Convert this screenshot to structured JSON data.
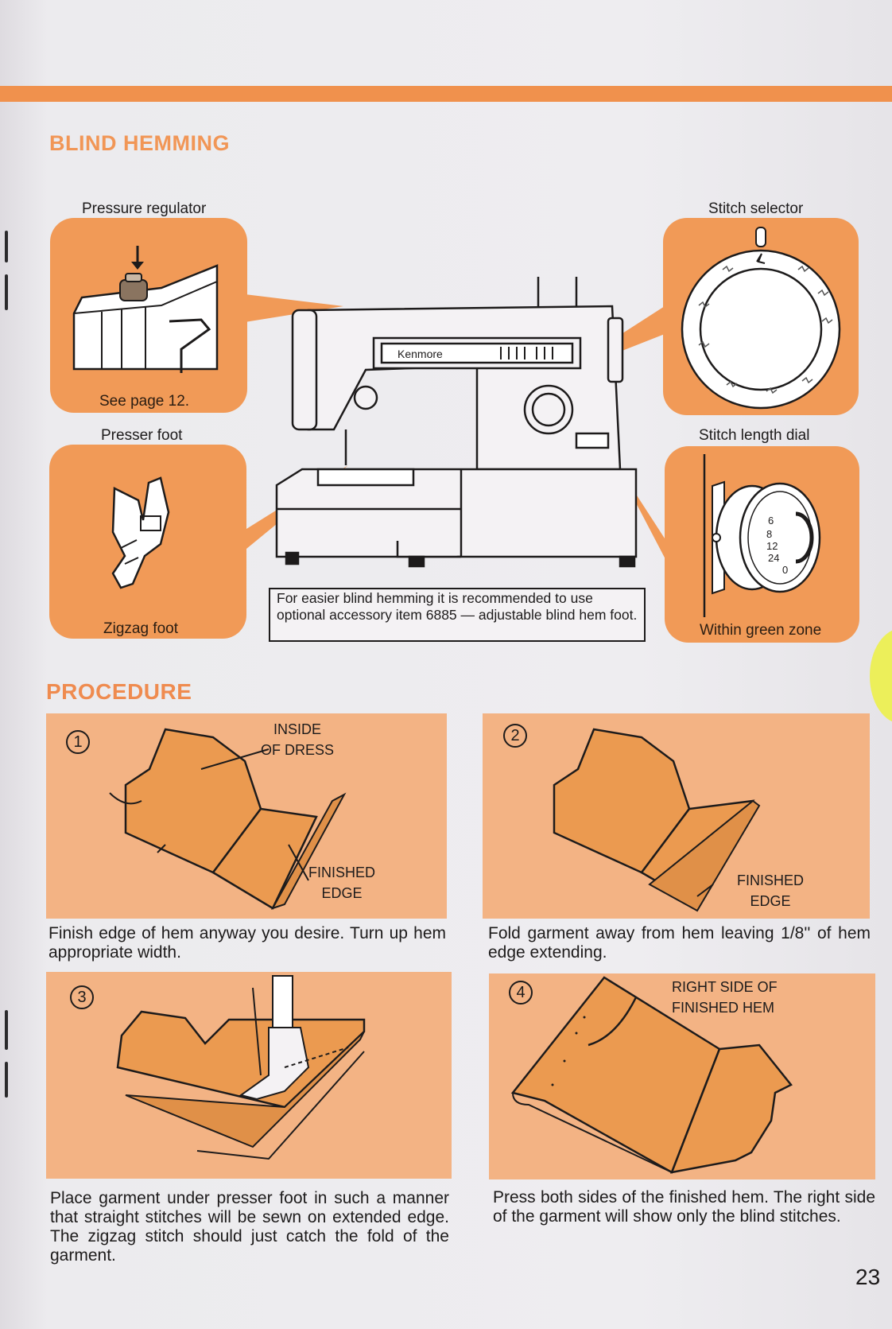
{
  "section_title": "BLIND HEMMING",
  "top_panels": {
    "pressure_regulator": {
      "label": "Pressure regulator",
      "caption": "See page 12."
    },
    "presser_foot": {
      "label": "Presser foot",
      "caption": "Zigzag foot"
    },
    "stitch_selector": {
      "label": "Stitch selector"
    },
    "stitch_length_dial": {
      "label": "Stitch length dial",
      "caption": "Within green zone"
    }
  },
  "machine": {
    "brand": "Kenmore",
    "dial_numbers": [
      "6",
      "8",
      "12",
      "24",
      "0"
    ]
  },
  "note": "For easier blind hemming it is recommended to use optional accessory item 6885 — adjustable blind hem foot.",
  "procedure_title": "PROCEDURE",
  "steps": [
    {
      "number": "1",
      "callouts": [
        "INSIDE\nOF DRESS",
        "FINISHED\nEDGE"
      ],
      "text": "Finish edge of hem anyway you desire. Turn up hem appropriate width."
    },
    {
      "number": "2",
      "callouts": [
        "FINISHED\nEDGE"
      ],
      "text": "Fold garment away from hem leaving 1/8'' of hem edge extending."
    },
    {
      "number": "3",
      "callouts": [],
      "text": "Place garment under presser foot in such a manner that straight stitches will be sewn on extended edge. The zigzag stitch should just catch the fold of the garment."
    },
    {
      "number": "4",
      "callouts": [
        "RIGHT SIDE OF\nFINISHED HEM"
      ],
      "text": "Press both sides of the finished hem. The right side of the garment will show only the blind stitches."
    }
  ],
  "page_number": "23",
  "colors": {
    "accent": "#f19656",
    "panel": "#f19a57",
    "step_bg": "#f3b384",
    "fabric": "#eb9a50"
  }
}
